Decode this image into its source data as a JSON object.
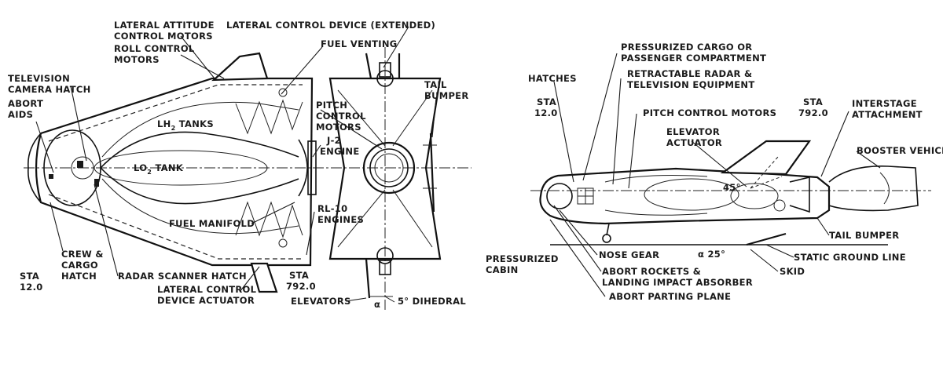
{
  "labels": {
    "lateral_attitude_control_motors_1": "LATERAL ATTITUDE",
    "lateral_attitude_control_motors_2": "CONTROL MOTORS",
    "roll_control_motors_1": "ROLL CONTROL",
    "roll_control_motors_2": "MOTORS",
    "lateral_control_device_extended": "LATERAL CONTROL DEVICE (EXTENDED)",
    "fuel_venting": "FUEL VENTING",
    "television_camera_hatch_1": "TELEVISION",
    "television_camera_hatch_2": "CAMERA HATCH",
    "abort_aids_1": "ABORT",
    "abort_aids_2": "AIDS",
    "lh2_tanks": "LH",
    "lh2_sub": "2",
    "lh2_suffix": " TANKS",
    "lo2_tank": "LO",
    "lo2_sub": "2",
    "lo2_suffix": " TANK",
    "pitch_control_motors_1": "PITCH",
    "pitch_control_motors_2": "CONTROL",
    "pitch_control_motors_3": "MOTORS",
    "j2_engine_1": "J-2",
    "j2_engine_2": "ENGINE",
    "tail_bumper_left_1": "TAIL",
    "tail_bumper_left_2": "BUMPER",
    "fuel_manifold": "FUEL MANIFOLD",
    "rl10_engines_1": "RL-10",
    "rl10_engines_2": "ENGINES",
    "crew_cargo_hatch_1": "CREW &",
    "crew_cargo_hatch_2": "CARGO",
    "crew_cargo_hatch_3": "HATCH",
    "radar_scanner_hatch": "RADAR SCANNER HATCH",
    "lateral_control_device_actuator_1": "LATERAL CONTROL",
    "lateral_control_device_actuator_2": "DEVICE ACTUATOR",
    "sta_left_1": "STA",
    "sta_left_2": "12.0",
    "sta_792_left_1": "STA",
    "sta_792_left_2": "792.0",
    "elevators": "ELEVATORS",
    "dihedral": "5° DIHEDRAL",
    "alpha_left": "α",
    "pressurized_cargo_1": "PRESSURIZED CARGO OR",
    "pressurized_cargo_2": "PASSENGER COMPARTMENT",
    "hatches": "HATCHES",
    "retractable_radar_1": "RETRACTABLE RADAR &",
    "retractable_radar_2": "TELEVISION EQUIPMENT",
    "sta_right_1": "STA",
    "sta_right_2": "12.0",
    "pitch_control_motors_right": "PITCH CONTROL MOTORS",
    "sta_792_right_1": "STA",
    "sta_792_right_2": "792.0",
    "interstage_1": "INTERSTAGE",
    "interstage_2": "ATTACHMENT",
    "elevator_actuator_1": "ELEVATOR",
    "elevator_actuator_2": "ACTUATOR",
    "booster_vehicle": "BOOSTER VEHICLE",
    "angle_45": "45°",
    "tail_bumper_right": "TAIL BUMPER",
    "alpha_25": "α 25°",
    "static_ground_line": "STATIC GROUND LINE",
    "pressurized_cabin_1": "PRESSURIZED",
    "pressurized_cabin_2": "CABIN",
    "nose_gear": "NOSE GEAR",
    "abort_rockets_1": "ABORT ROCKETS &",
    "abort_rockets_2": "LANDING IMPACT ABSORBER",
    "skid": "SKID",
    "abort_parting_plane": "ABORT PARTING PLANE"
  }
}
